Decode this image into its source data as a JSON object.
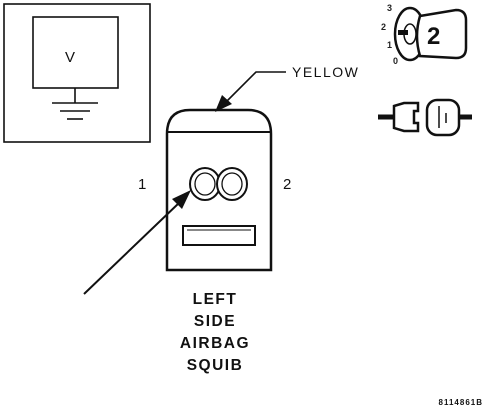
{
  "meter": {
    "symbol": "V"
  },
  "ignition": {
    "positions": [
      "3",
      "2",
      "1",
      "0"
    ],
    "key_number": "2"
  },
  "connector": {
    "color_label": "YELLOW",
    "pin_1": "1",
    "pin_2": "2"
  },
  "caption": {
    "line1": "LEFT",
    "line2": "SIDE",
    "line3": "AIRBAG",
    "line4": "SQUIB"
  },
  "figure_id": "8114861B"
}
